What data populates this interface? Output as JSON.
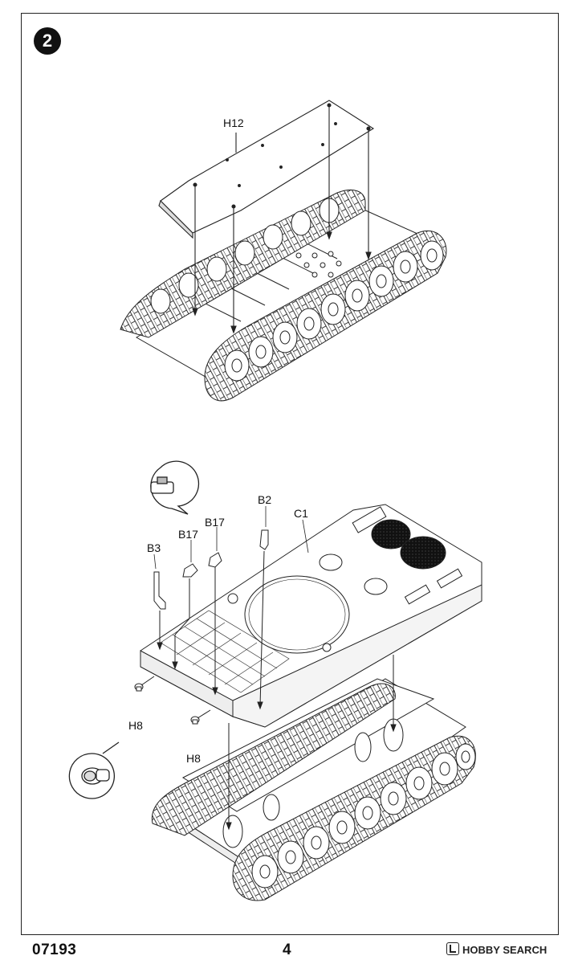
{
  "step": {
    "number": "2"
  },
  "upper_assembly": {
    "parts": [
      {
        "id": "H12",
        "label": "H12"
      }
    ]
  },
  "lower_assembly": {
    "parts": [
      {
        "id": "B2",
        "label": "B2"
      },
      {
        "id": "C1",
        "label": "C1"
      },
      {
        "id": "B17_left",
        "label": "B17"
      },
      {
        "id": "B17_right",
        "label": "B17"
      },
      {
        "id": "B3",
        "label": "B3"
      },
      {
        "id": "H8_left",
        "label": "H8"
      },
      {
        "id": "H8_right",
        "label": "H8"
      }
    ]
  },
  "footer": {
    "product_code": "07193",
    "page_number": "4",
    "watermark": "HOBBY SEARCH"
  }
}
